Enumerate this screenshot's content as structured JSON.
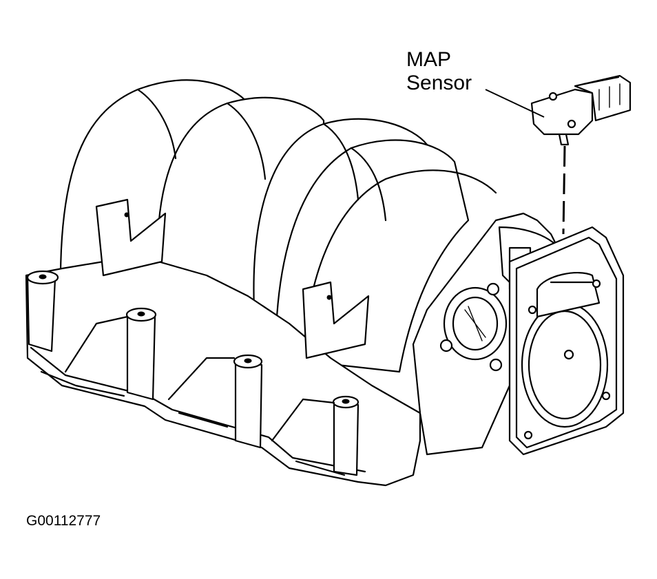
{
  "callout": {
    "line1": "MAP",
    "line2": "Sensor"
  },
  "figure_id": "G00112777",
  "colors": {
    "ink": "#000000",
    "paper": "#ffffff"
  }
}
